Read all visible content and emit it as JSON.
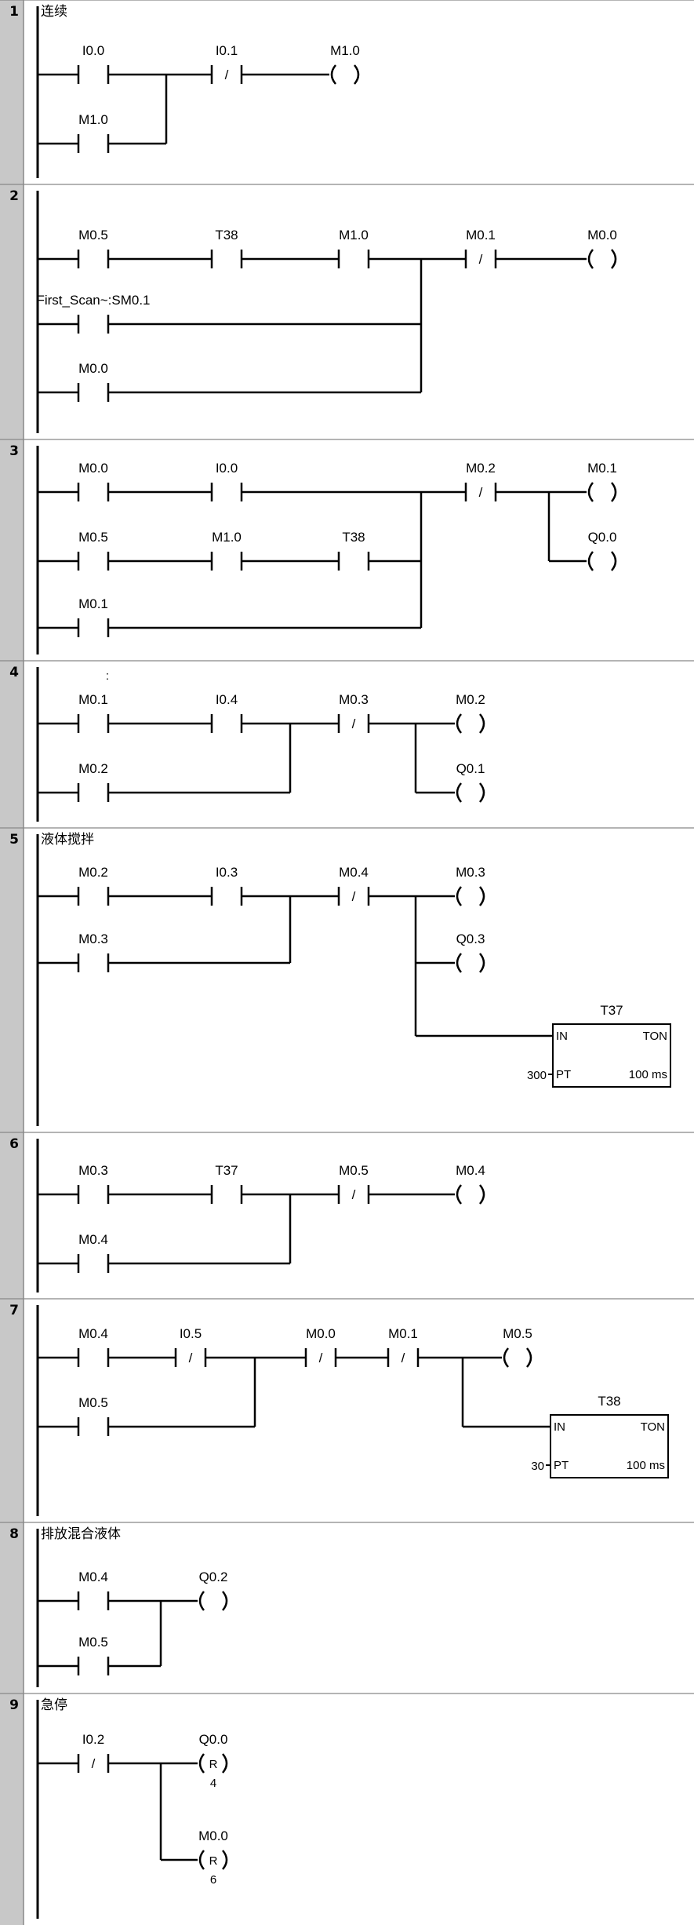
{
  "networks": [
    {
      "number": "1",
      "title": "连续",
      "labels": [
        "I0.0",
        "I0.1",
        "M1.0",
        "M1.0"
      ]
    },
    {
      "number": "2",
      "title": "",
      "labels": [
        "M0.5",
        "T38",
        "M1.0",
        "M0.1",
        "M0.0",
        "First_Scan~:SM0.1",
        "M0.0"
      ]
    },
    {
      "number": "3",
      "title": "",
      "labels": [
        "M0.0",
        "I0.0",
        "M0.2",
        "M0.1",
        "M0.5",
        "M1.0",
        "T38",
        "Q0.0",
        "M0.1"
      ]
    },
    {
      "number": "4",
      "title": "",
      "labels": [
        "M0.1",
        "I0.4",
        "M0.3",
        "M0.2",
        "M0.2",
        "Q0.1"
      ]
    },
    {
      "number": "5",
      "title": "液体搅拌",
      "labels": [
        "M0.2",
        "I0.3",
        "M0.4",
        "M0.3",
        "M0.3",
        "Q0.3",
        "T37"
      ],
      "timer": {
        "name": "T37",
        "in": "IN",
        "type": "TON",
        "pt_label": "PT",
        "preset": "300",
        "base": "100 ms"
      }
    },
    {
      "number": "6",
      "title": "",
      "labels": [
        "M0.3",
        "T37",
        "M0.5",
        "M0.4",
        "M0.4"
      ]
    },
    {
      "number": "7",
      "title": "",
      "labels": [
        "M0.4",
        "I0.5",
        "M0.0",
        "M0.1",
        "M0.5",
        "M0.5",
        "T38"
      ],
      "timer": {
        "name": "T38",
        "in": "IN",
        "type": "TON",
        "pt_label": "PT",
        "preset": "30",
        "base": "100 ms"
      }
    },
    {
      "number": "8",
      "title": "排放混合液体",
      "labels": [
        "M0.4",
        "Q0.2",
        "M0.5"
      ]
    },
    {
      "number": "9",
      "title": "急停",
      "labels": [
        "I0.2",
        "Q0.0",
        "M0.0"
      ],
      "coils": [
        {
          "op": "R",
          "count": "4"
        },
        {
          "op": "R",
          "count": "6"
        }
      ]
    }
  ],
  "symbols": {
    "nc_slash": "/",
    "colon_mark": ":"
  },
  "colors": {
    "gutter": "#c8c8c8",
    "line": "#000000",
    "background": "#ffffff"
  },
  "icons": [
    "contact-no-icon",
    "contact-nc-icon",
    "coil-icon",
    "reset-coil-icon",
    "timer-box-icon"
  ]
}
